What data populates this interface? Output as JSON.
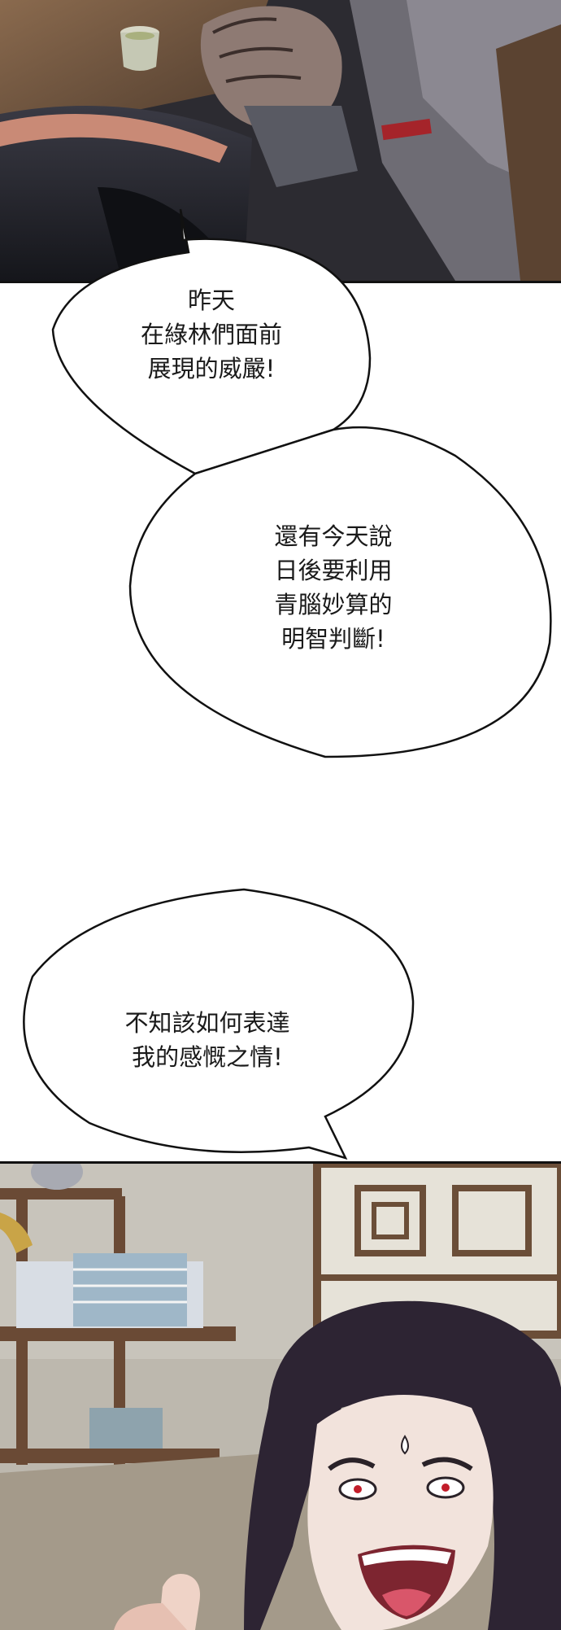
{
  "bubble_1": {
    "lines": [
      "昨天",
      "在綠林們面前",
      "展現的威嚴!"
    ]
  },
  "bubble_2": {
    "lines": [
      "還有今天說",
      "日後要利用",
      "青腦妙算的",
      "明智判斷!"
    ]
  },
  "bubble_3": {
    "lines": [
      "不知該如何表達",
      "我的感慨之情!"
    ]
  },
  "colors": {
    "ink": "#1a1a1a",
    "panel_dark": "#2a2d34",
    "panel_room": "#b9b4ab",
    "bubble_fill": "#ffffff"
  },
  "icons": [
    "tea-cup-icon",
    "clenched-fist-icon",
    "thumbs-up-hand-icon"
  ]
}
